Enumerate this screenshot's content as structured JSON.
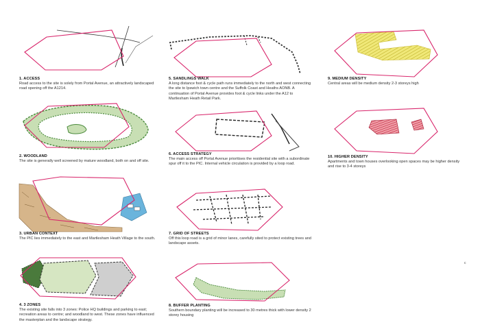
{
  "panels": [
    {
      "title": "1. ACCESS",
      "text": "Road access to the site is solely from Portal Avenue, an attractively landscaped road opening off the A1214."
    },
    {
      "title": "2. WOODLAND",
      "text": "The site is generally well screened by mature woodland, both on and off site."
    },
    {
      "title": "3. URBAN CONTEXT",
      "text": "The PIC lies immediately to the east and Martlesham Heath Village to the south."
    },
    {
      "title": "4. 3 ZONES",
      "text": "The existing site falls into 3 zones: Police HQ buildings and parking to east; recreation areas to centre; and woodland to west. These zones have influenced the masterplan and the landscape strategy."
    },
    {
      "title": "5. SANDLINGS WALK",
      "text": "A long distance foot & cycle path runs immediately to the north and west connecting the site to Ipswich town centre and the Suffolk Coast and Heaths AONB. A continuation of Portal Avenue provides foot & cycle links under the A12 to Martlesham Heath Retail Park."
    },
    {
      "title": "6. ACCESS STRATEGY",
      "text": "The main access off Portal Avenue prioritises the residential site with a subordinate spur off it to the PIC. Internal vehicle circulation is provided by a loop road."
    },
    {
      "title": "7. GRID OF STREETS",
      "text": "Off this loop road is a grid of minor lanes, carefully sited to protect existing trees and landscape assets."
    },
    {
      "title": "8. BUFFER PLANTING",
      "text": "Southern boundary planting will be increased to 30 metres thick with lower density 2 storey housing"
    },
    {
      "title": "9. MEDIUM DENSITY",
      "text": "Central areas will be medium density 2-3 storeys high"
    },
    {
      "title": "10. HIGHER DENSITY",
      "text": "Apartments and town houses overlooking open spaces may be higher density and rise to 3-4 storeys"
    }
  ],
  "page_mark": "c",
  "colors": {
    "boundary": "#d8246a",
    "road": "#333333",
    "woodland": "#4a8a3c",
    "woodland_fill": "#c8dfb4",
    "urban": "#c8a070",
    "pic": "#6ab4dc",
    "zone_grey": "#cfcfcf",
    "medium_density": "#e8de5a",
    "higher_density": "#d63a55"
  }
}
